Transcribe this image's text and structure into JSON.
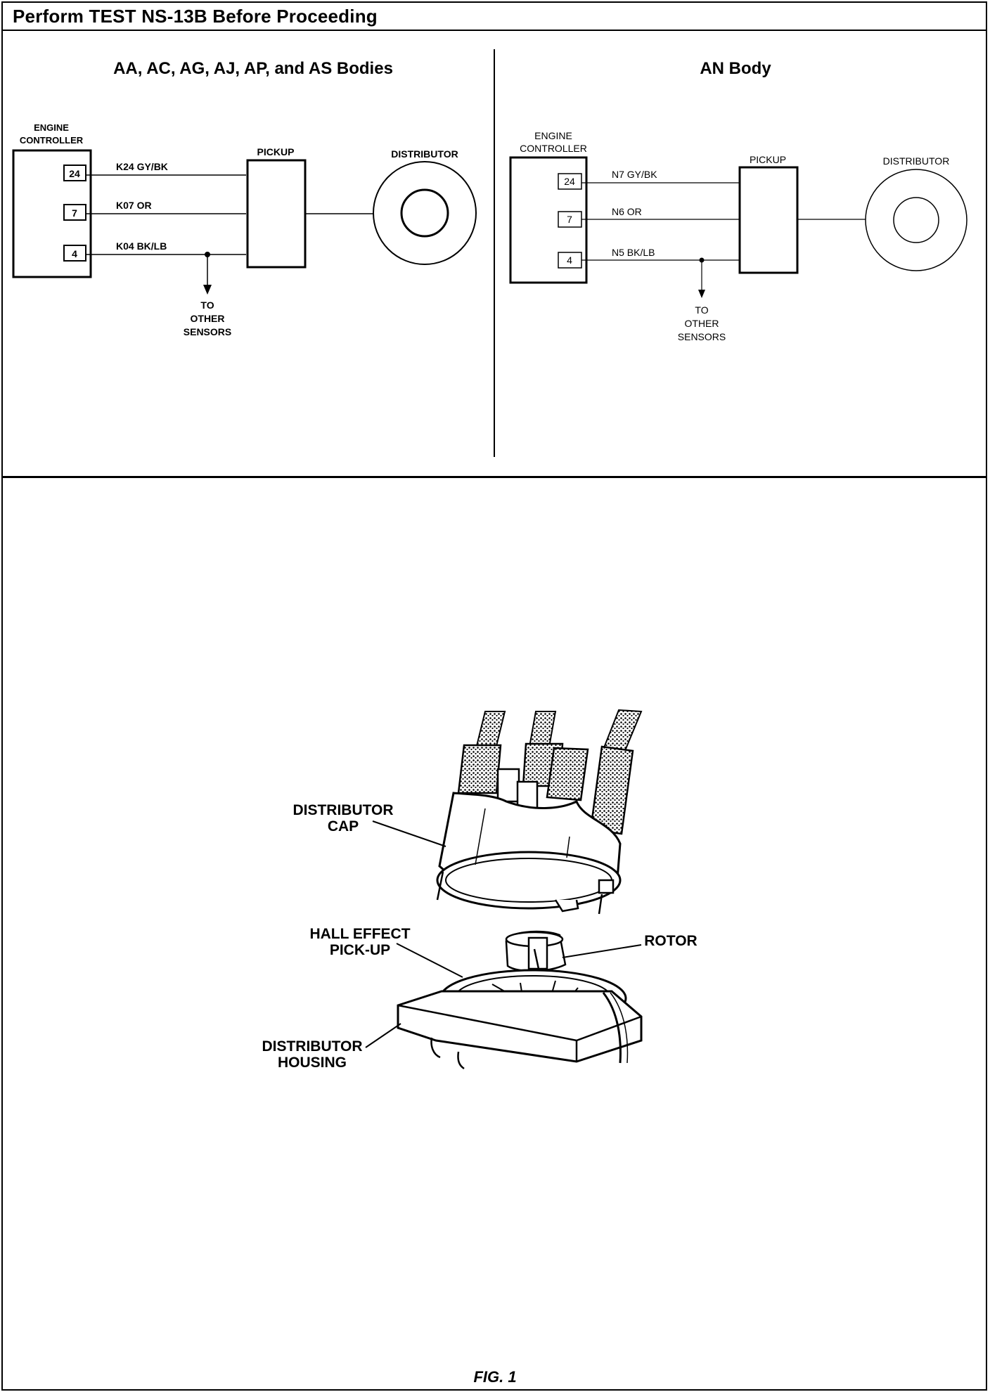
{
  "header": {
    "title": "Perform TEST NS-13B Before Proceeding"
  },
  "left_diagram": {
    "title": "AA, AC, AG, AJ, AP, and AS Bodies",
    "controller_label_line1": "ENGINE",
    "controller_label_line2": "CONTROLLER",
    "pins": [
      "24",
      "7",
      "4"
    ],
    "wires": [
      "K24 GY/BK",
      "K07 OR",
      "K04 BK/LB"
    ],
    "pickup_label": "PICKUP",
    "distributor_label": "DISTRIBUTOR",
    "to_label_line1": "TO",
    "to_label_line2": "OTHER",
    "to_label_line3": "SENSORS"
  },
  "right_diagram": {
    "title": "AN Body",
    "controller_label_line1": "ENGINE",
    "controller_label_line2": "CONTROLLER",
    "pins": [
      "24",
      "7",
      "4"
    ],
    "wires": [
      "N7 GY/BK",
      "N6 OR",
      "N5 BK/LB"
    ],
    "pickup_label": "PICKUP",
    "distributor_label": "DISTRIBUTOR",
    "to_label_line1": "TO",
    "to_label_line2": "OTHER",
    "to_label_line3": "SENSORS"
  },
  "figure": {
    "labels": {
      "cap_line1": "DISTRIBUTOR",
      "cap_line2": "CAP",
      "hall_line1": "HALL EFFECT",
      "hall_line2": "PICK-UP",
      "rotor": "ROTOR",
      "housing_line1": "DISTRIBUTOR",
      "housing_line2": "HOUSING"
    },
    "caption": "FIG. 1"
  }
}
